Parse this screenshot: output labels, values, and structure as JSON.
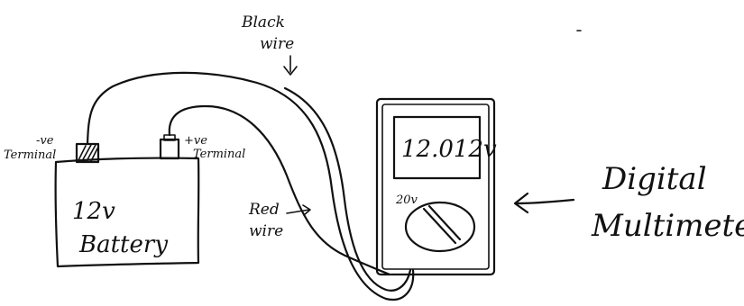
{
  "labels": {
    "black_wire": [
      "Black",
      "wire"
    ],
    "red_wire": [
      "Red",
      "wire"
    ],
    "neg_terminal": [
      "-ve",
      "Terminal"
    ],
    "pos_terminal": [
      "+ve",
      "Terminal"
    ],
    "battery": [
      "12v",
      "Battery"
    ],
    "display_reading": "12.012v",
    "dial_range": "20v",
    "multimeter": [
      "Digital",
      "Multimeter"
    ]
  },
  "colors": {
    "ink": "#111111",
    "paper": "#ffffff"
  }
}
